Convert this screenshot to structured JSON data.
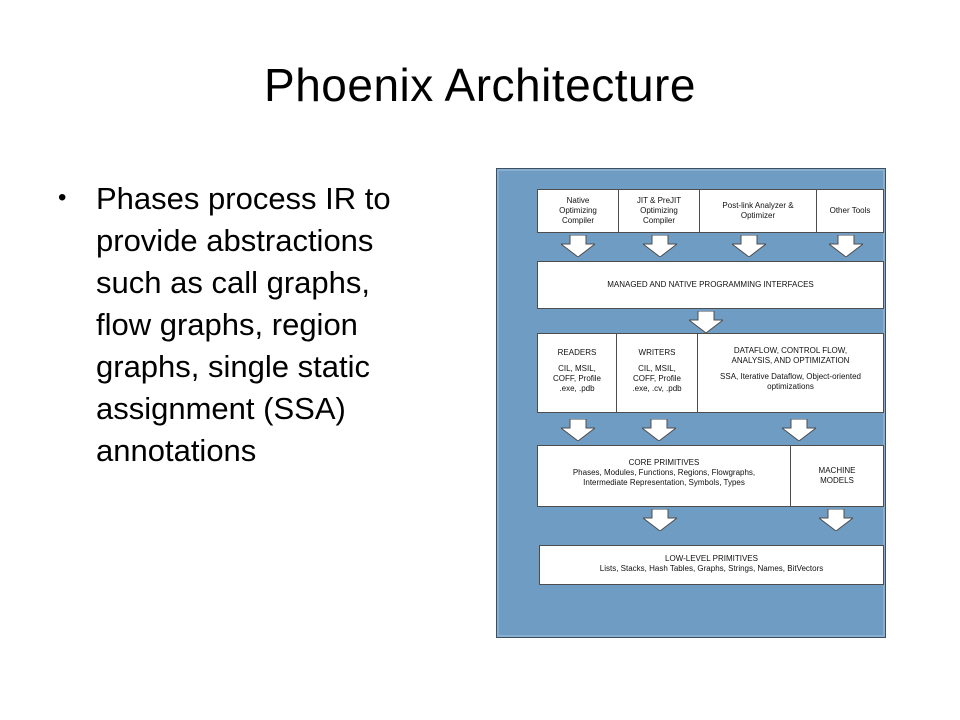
{
  "slide": {
    "title": "Phoenix Architecture",
    "bullet": "Phases process IR to\nprovide abstractions\nsuch as call graphs,\nflow graphs, region\ngraphs, single static\nassignment (SSA)\nannotations"
  },
  "diagram": {
    "background_color": "#6e9cc3",
    "tools": [
      "Native\nOptimizing\nCompiler",
      "JIT & PreJIT\nOptimizing\nCompiler",
      "Post-link Analyzer &\nOptimizer",
      "Other Tools"
    ],
    "interfaces": "MANAGED AND NATIVE  PROGRAMMING INTERFACES",
    "readers": {
      "title": "READERS",
      "detail": "CIL, MSIL,\nCOFF, Profile\n.exe, .pdb"
    },
    "writers": {
      "title": "WRITERS",
      "detail": "CIL, MSIL,\nCOFF, Profile\n.exe, .cv, .pdb"
    },
    "dataflow": {
      "title": "DATAFLOW, CONTROL FLOW,\nANALYSIS, AND OPTIMIZATION",
      "detail": "SSA, Iterative Dataflow, Object-oriented\noptimizations"
    },
    "core": {
      "title": "CORE PRIMITIVES",
      "detail": "Phases, Modules, Functions, Regions, Flowgraphs,\nIntermediate Representation, Symbols, Types"
    },
    "machine": "MACHINE\nMODELS",
    "low_level": {
      "title": "LOW-LEVEL PRIMITIVES",
      "detail": "Lists, Stacks, Hash Tables, Graphs, Strings, Names, BitVectors"
    }
  }
}
